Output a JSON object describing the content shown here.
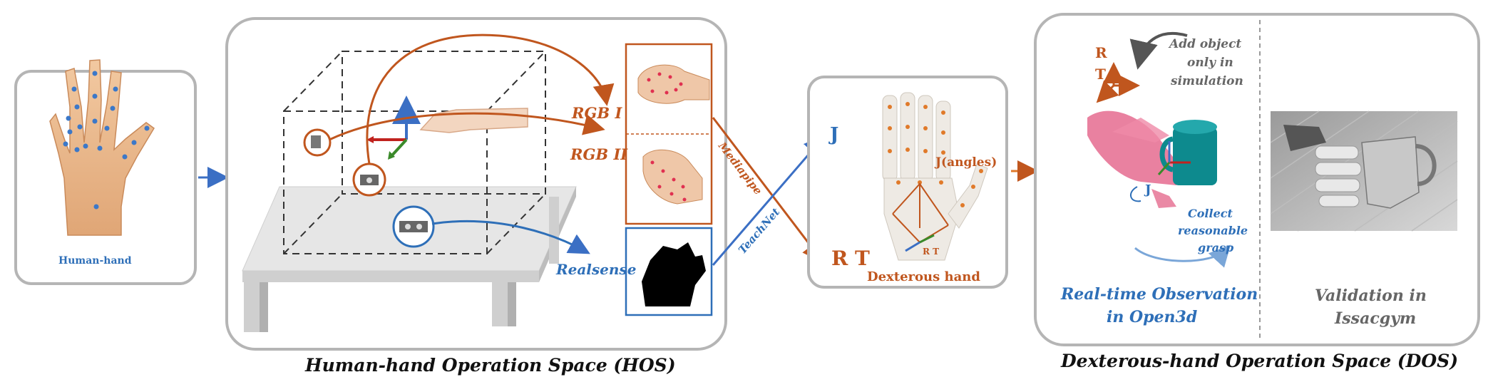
{
  "human_hand_label": "Human-hand",
  "hos": {
    "title": "Human-hand Operation Space  (HOS)",
    "rgb1": "RGB I",
    "rgb2": "RGB II",
    "realsense": "Realsense"
  },
  "middle": {
    "mediapipe": "Mediapipe",
    "teachnet": "TeachNet",
    "j_label": "J",
    "rt_label": "R T",
    "j_angles": "J(angles)",
    "rt_small": "R T",
    "dexterous_hand": "Dexterous hand"
  },
  "dos": {
    "title": "Dexterous-hand Operation Space  (DOS)",
    "r_label": "R",
    "t_label": "T",
    "add_object_line1": "Add object",
    "add_object_line2": "only in",
    "add_object_line3": "simulation",
    "j_label": "J",
    "collect_line1": "Collect",
    "collect_line2": "reasonable",
    "collect_line3": "grasp",
    "realtime_line1": "Real-time Observation",
    "realtime_line2": "in Open3d",
    "validation_line1": "Validation in",
    "validation_line2": "Issacgym"
  },
  "colors": {
    "orange": "#c0561e",
    "blue": "#2e6fb8",
    "box_border": "#b3b3b3"
  }
}
